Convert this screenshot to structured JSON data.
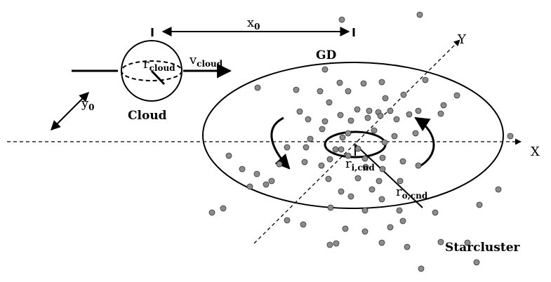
{
  "labels": {
    "x0": {
      "main": "x",
      "sub": "0"
    },
    "y0": {
      "main": "y",
      "sub": "0"
    },
    "v_cloud": {
      "main": "v",
      "sub": "cloud"
    },
    "r_cloud": {
      "main": "r",
      "sub": "cloud"
    },
    "cloud": "Cloud",
    "gd": "GD",
    "axis_x": "X",
    "axis_y": "Y",
    "r_icnd": {
      "main": "r",
      "sub": "i,cnd"
    },
    "r_ocnd": {
      "main": "r",
      "sub": "o,cnd"
    },
    "starcluster": "Starcluster"
  },
  "colors": {
    "star_fill": "#8c8c8c",
    "line": "#000000"
  }
}
